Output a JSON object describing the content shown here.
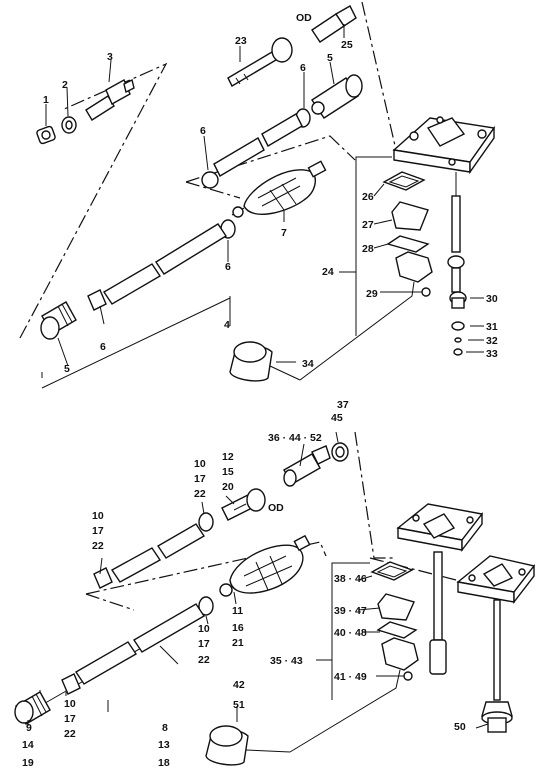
{
  "labels": {
    "top": {
      "p1": "1",
      "p2": "2",
      "p3": "3",
      "p4": "4",
      "p5a": "5",
      "p5b": "5",
      "p6a": "6",
      "p6b": "6",
      "p6c": "6",
      "p6d": "6",
      "p7": "7",
      "p23": "23",
      "p24": "24",
      "p25": "25",
      "p26": "26",
      "p27": "27",
      "p28": "28",
      "p29": "29",
      "p30": "30",
      "p31": "31",
      "p32": "32",
      "p33": "33",
      "p34": "34",
      "od": "OD"
    },
    "bottom": {
      "g36": "36 · 44 · 52",
      "p37": "37",
      "p45": "45",
      "p12": "12",
      "p15": "15",
      "p20": "20",
      "u10a": "10",
      "u17a": "17",
      "u22a": "22",
      "l10a": "10",
      "l17a": "17",
      "l22a": "22",
      "m10": "10",
      "m17": "17",
      "m22": "22",
      "b10": "10",
      "b17": "17",
      "b22": "22",
      "p11": "11",
      "p16": "16",
      "p21": "21",
      "g38": "38 · 46",
      "g39": "39 · 47",
      "g40": "40 · 48",
      "g41": "41 · 49",
      "g35": "35 · 43",
      "p42": "42",
      "p51": "51",
      "p8": "8",
      "p13": "13",
      "p18": "18",
      "p9": "9",
      "p14": "14",
      "p19": "19",
      "p50": "50",
      "od": "OD"
    }
  }
}
